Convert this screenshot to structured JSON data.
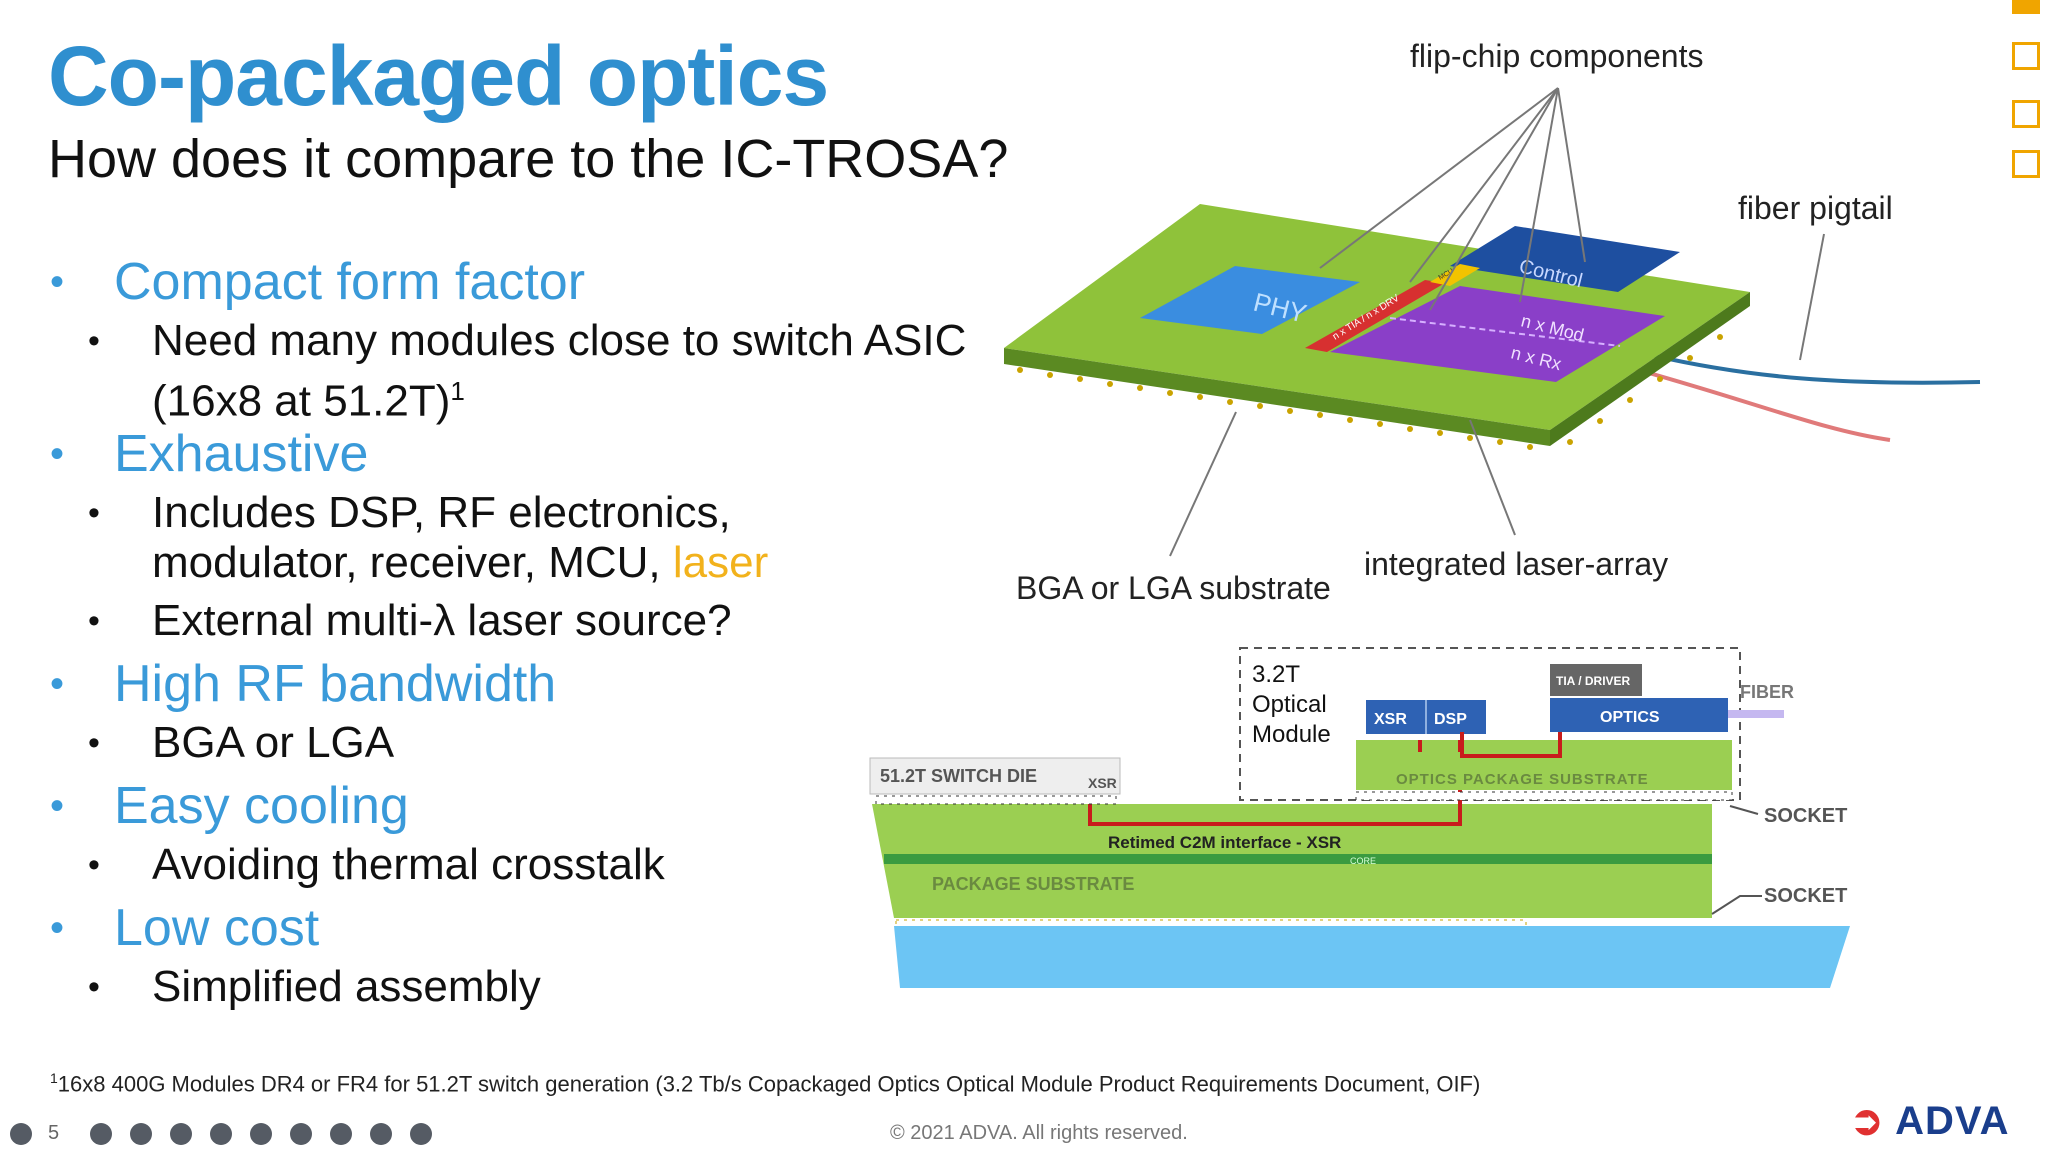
{
  "slide": {
    "title": "Co-packaged optics",
    "subtitle": "How does it compare to the IC-TROSA?",
    "page_number": "5",
    "copyright": "© 2021 ADVA. All rights reserved.",
    "logo_text": "ADVA",
    "footnote_sup": "1",
    "footnote": "16x8 400G Modules DR4 or FR4 for 51.2T switch generation (3.2 Tb/s Copackaged Optics Optical Module Product Requirements Document, OIF)"
  },
  "bullets": {
    "b1": "Compact form factor",
    "b1_1a": "Need many modules close to switch ASIC",
    "b1_1b": "(16x8 at 51.2T)",
    "b1_1b_sup": "1",
    "b2": "Exhaustive",
    "b2_1a": "Includes DSP, RF electronics,",
    "b2_1b": "modulator, receiver, MCU, ",
    "b2_1b_laser": "laser",
    "b2_2": "External multi-λ laser source?",
    "b3": "High RF bandwidth",
    "b3_1": "BGA or LGA",
    "b4": "Easy cooling",
    "b4_1": "Avoiding thermal crosstalk",
    "b5": "Low cost",
    "b5_1": "Simplified assembly"
  },
  "diagram_top": {
    "flip_chip": "flip-chip components",
    "fiber_pigtail": "fiber pigtail",
    "bga_lga": "BGA or LGA substrate",
    "laser_array": "integrated laser-array",
    "chip_phy": "PHY",
    "chip_control": "Control",
    "chip_mod": "n x Mod",
    "chip_rx": "n x Rx",
    "chip_tia": "n x TIA / n x DRV",
    "chip_mcu": "MCU"
  },
  "diagram_bottom": {
    "module_label_1": "3.2T",
    "module_label_2": "Optical",
    "module_label_3": "Module",
    "xsr_chip": "XSR",
    "dsp_chip": "DSP",
    "tia_driver": "TIA / DRIVER",
    "optics": "OPTICS",
    "fiber": "FIBER",
    "switch_die": "51.2T SWITCH DIE",
    "switch_xsr": "XSR",
    "optics_substrate": "OPTICS PACKAGE SUBSTRATE",
    "socket_1": "SOCKET",
    "socket_2": "SOCKET",
    "interface": "Retimed C2M interface - XSR",
    "core": "CORE",
    "package_substrate": "PACKAGE SUBSTRATE"
  },
  "colors": {
    "title_blue": "#2f8fcf",
    "accent_orange": "#f0a500",
    "laser_yellow": "#f2b21c",
    "board_green": "#8fc23a"
  },
  "nav": {
    "dots_count": 10,
    "squares_count": 4
  }
}
